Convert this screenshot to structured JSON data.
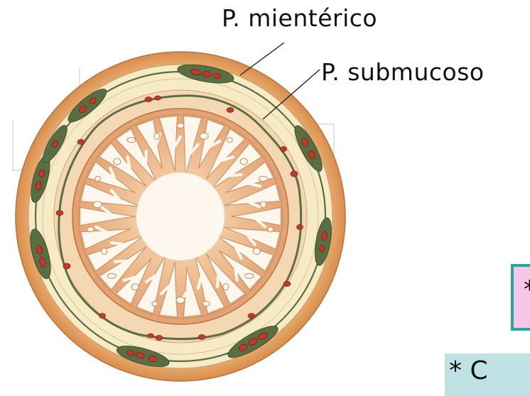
{
  "labels": {
    "myenteric": "P. mientérico",
    "submucosal": "P. submucoso"
  },
  "partial_boxes": {
    "pink_box_text": "*",
    "teal_box_text": "* C"
  },
  "colors": {
    "serosa": "#e3a164",
    "muscle_layer": "#f7ebc6",
    "submucosa": "#f4d8b4",
    "mucosa": "#e6a878",
    "lumen": "#fdf7ee",
    "plexus_green": "#5a6e43",
    "ganglion_red": "#c0392b",
    "leader_line": "#222222",
    "pink_box_fill": "#f6c6e6",
    "pink_box_border": "#29a6a0",
    "teal_box_fill": "#bfe2e4"
  }
}
